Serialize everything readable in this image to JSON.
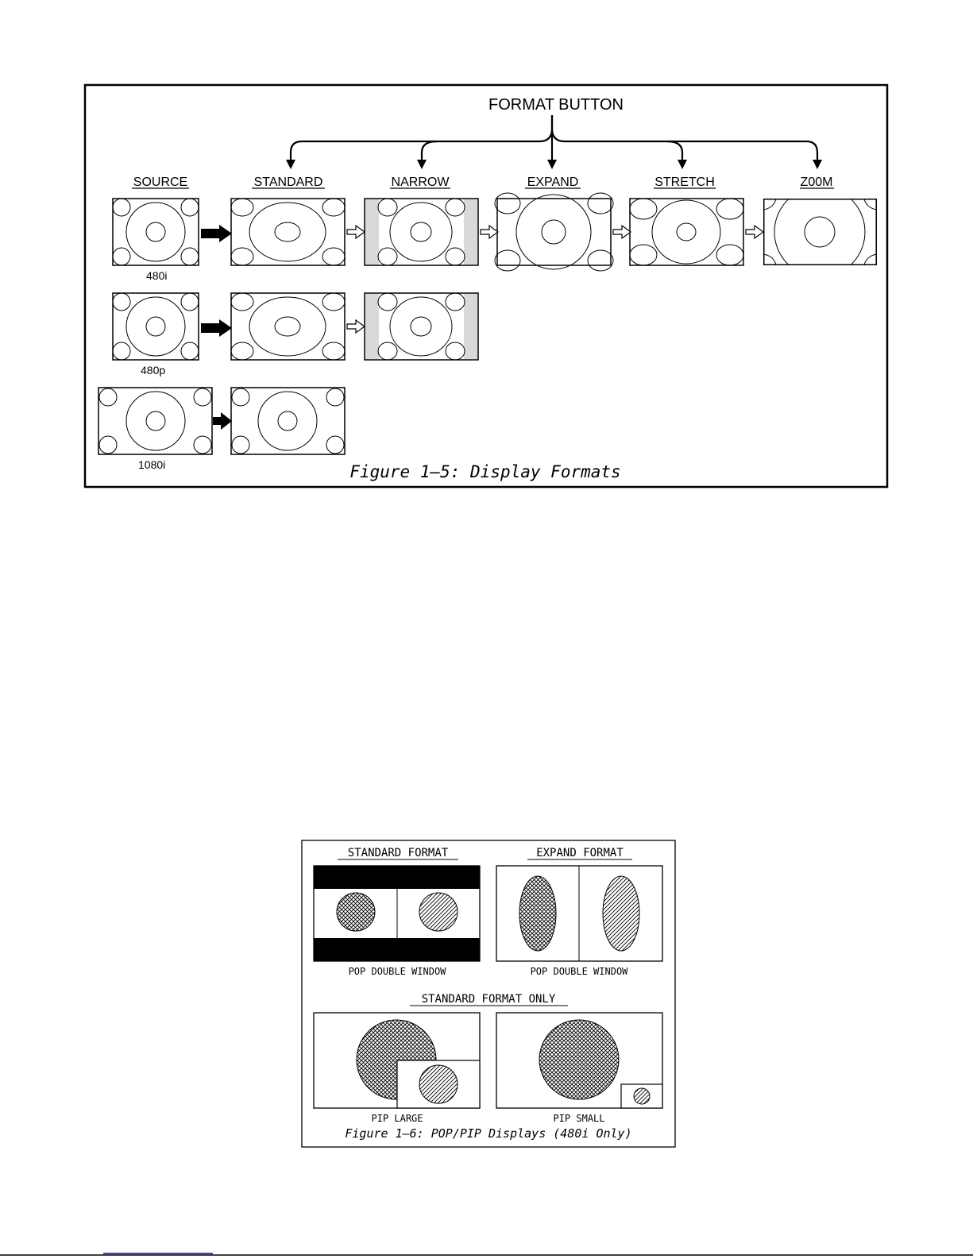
{
  "figure_5": {
    "format_button_label": "FORMAT BUTTON",
    "column_headers": {
      "source": "SOURCE",
      "standard": "STANDARD",
      "narrow": "NARROW",
      "expand": "EXPAND",
      "stretch": "STRETCH",
      "zoom": "Z00M"
    },
    "source_labels": {
      "row_480i": "480i",
      "row_480p": "480p",
      "row_1080i": "1080i"
    },
    "caption": "Figure 1–5:  Display Formats"
  },
  "figure_6": {
    "standard_format": "STANDARD  FORMAT",
    "expand_format": "EXPAND  FORMAT",
    "standard_format_only": "STANDARD  FORMAT  ONLY",
    "pop_double_window_left": "POP  DOUBLE  WINDOW",
    "pop_double_window_right": "POP  DOUBLE  WINDOW",
    "pip_large": "PIP  LARGE",
    "pip_small": "PIP  SMALL",
    "caption": "Figure 1–6:  POP/PIP Displays (480i Only)"
  },
  "colors": {
    "ink": "#000000",
    "pillar_gray": "#d9d9d9",
    "footer_link": "#0000ee"
  }
}
